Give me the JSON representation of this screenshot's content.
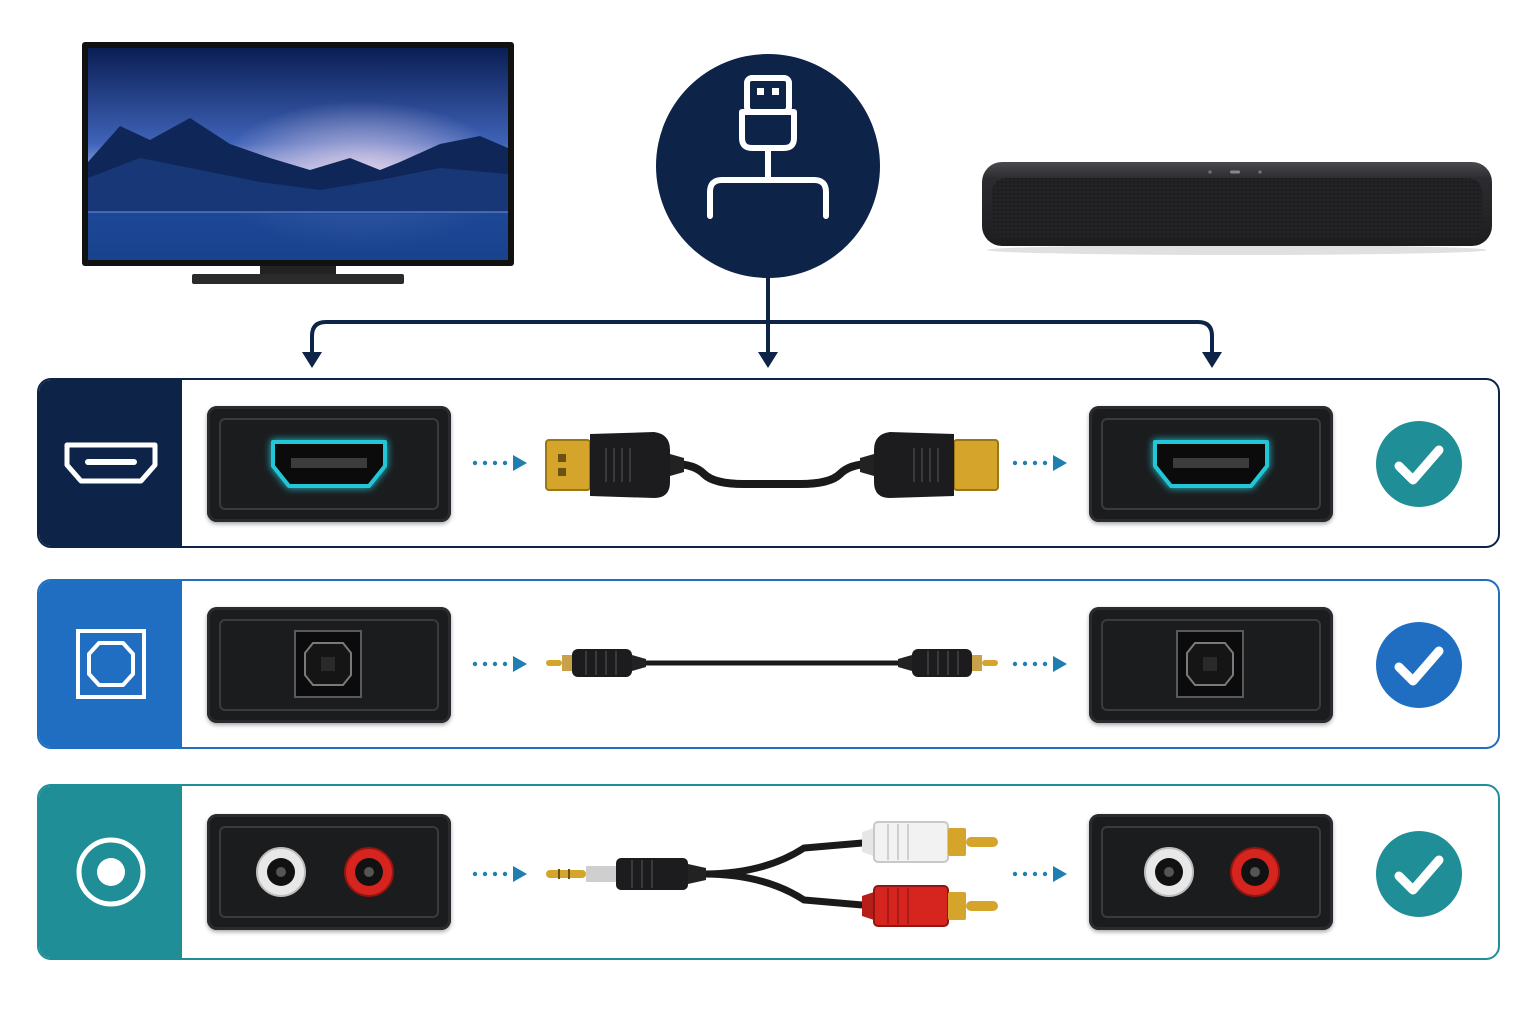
{
  "colors": {
    "navy": "#0d2348",
    "blue": "#1f6ec2",
    "teal": "#1f8e96",
    "panel": "#1b1c1e",
    "hdmi_glow": "#22c6d6",
    "gold": "#d4a52a",
    "rca_red": "#d6251f",
    "rca_white": "#f2f2f2"
  },
  "icons": {
    "hub": "usb-plug-icon",
    "row_hdmi": "hdmi-port-icon",
    "row_optical": "optical-port-icon",
    "row_rca": "rca-port-icon",
    "check": "check-circle-icon"
  },
  "rows": [
    {
      "id": "hdmi",
      "source_port": "hdmi-port",
      "cable": "hdmi-cable",
      "target_port": "hdmi-port",
      "status": "compatible"
    },
    {
      "id": "optical",
      "source_port": "optical-port",
      "cable": "optical-cable",
      "target_port": "optical-port",
      "status": "compatible"
    },
    {
      "id": "rca",
      "source_port": "rca-ports",
      "cable": "aux-to-rca-cable",
      "target_port": "rca-ports",
      "status": "compatible"
    }
  ]
}
